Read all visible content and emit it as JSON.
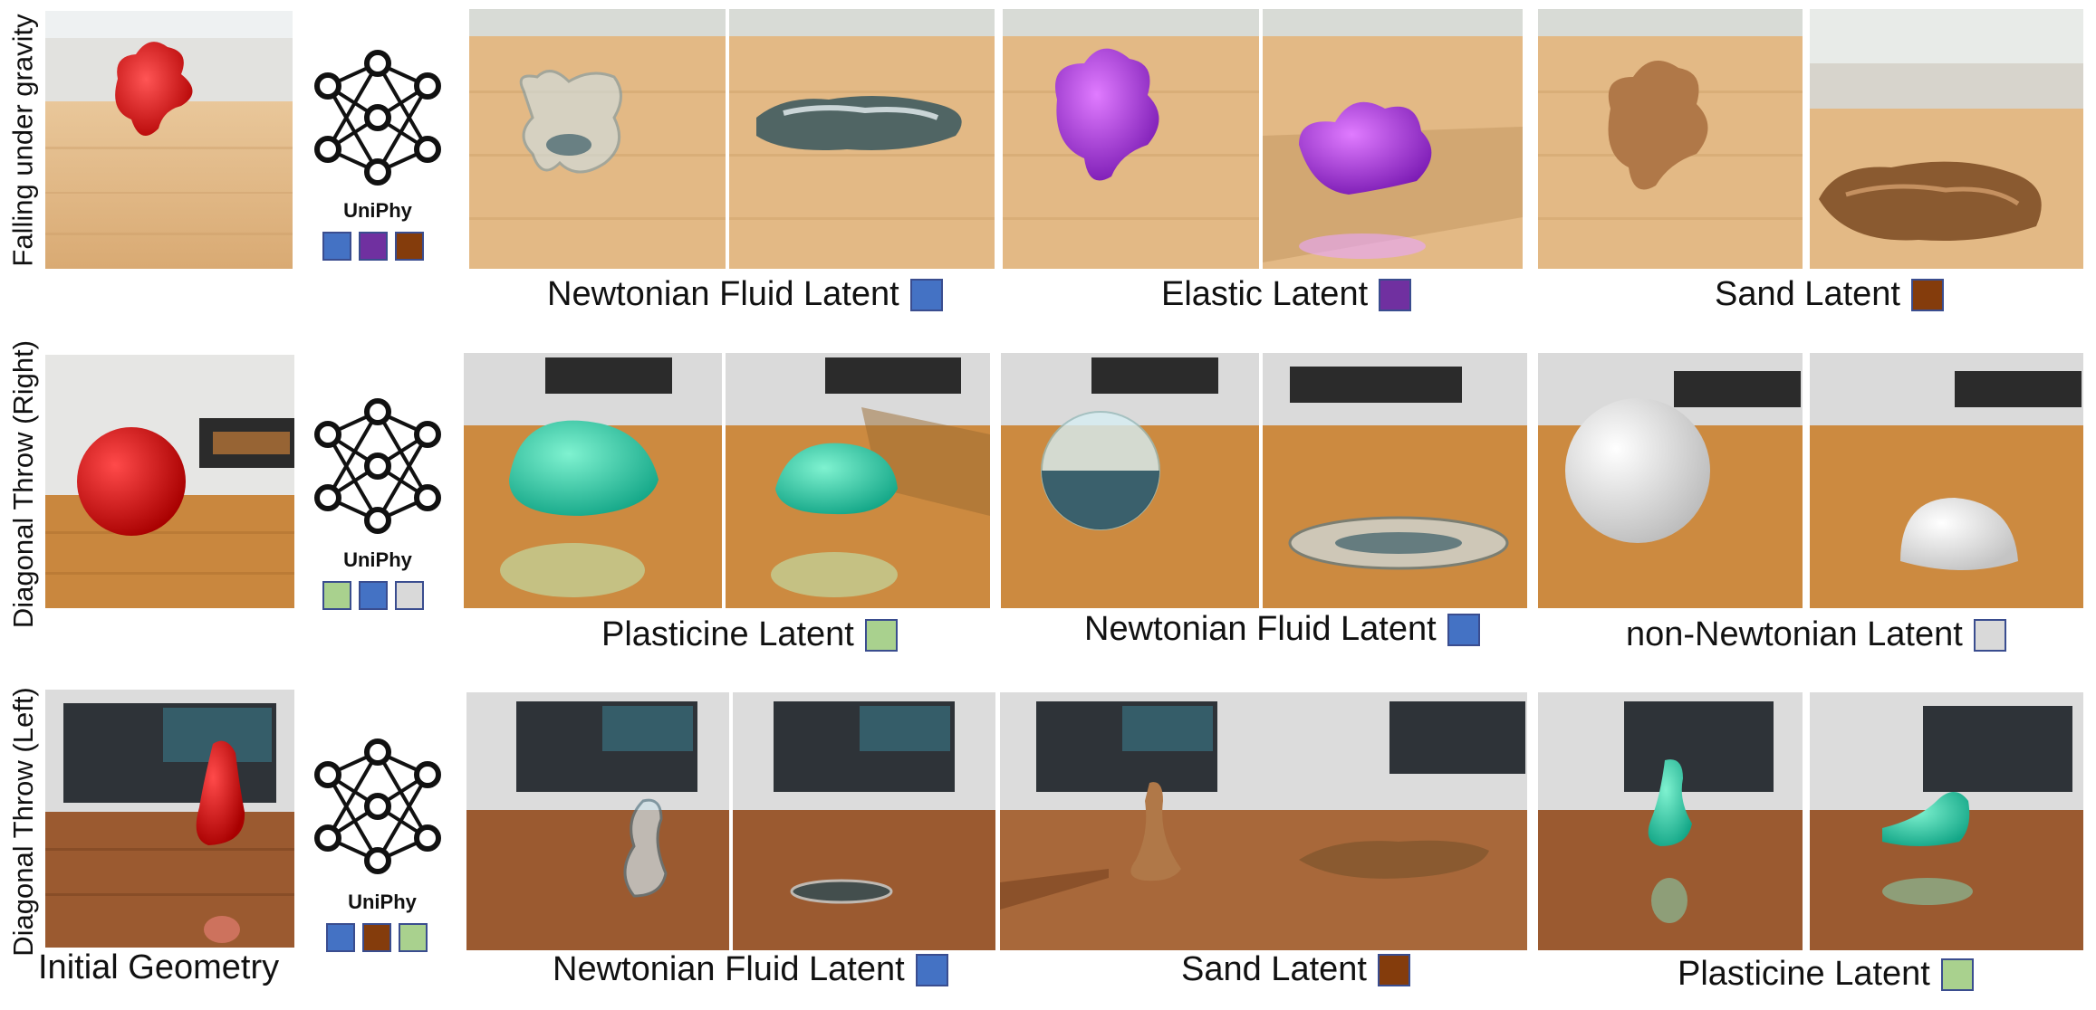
{
  "rows": [
    {
      "label": "Falling under gravity",
      "model": "UniPhy",
      "model_latents": [
        "#4472c4",
        "#7030a0",
        "#843c0c"
      ],
      "captions": [
        {
          "text": "Newtonian Fluid Latent",
          "color": "#4472c4"
        },
        {
          "text": "Elastic Latent",
          "color": "#7030a0"
        },
        {
          "text": "Sand Latent",
          "color": "#843c0c"
        }
      ]
    },
    {
      "label": "Diagonal Throw (Right)",
      "model": "UniPhy",
      "model_latents": [
        "#a9d18e",
        "#4472c4",
        "#d9d9d9"
      ],
      "captions": [
        {
          "text": "Plasticine Latent",
          "color": "#a9d18e"
        },
        {
          "text": "Newtonian Fluid Latent",
          "color": "#4472c4"
        },
        {
          "text": "non-Newtonian Latent",
          "color": "#d9d9d9"
        }
      ]
    },
    {
      "label": "Diagonal Throw (Left)",
      "model": "UniPhy",
      "model_latents": [
        "#4472c4",
        "#843c0c",
        "#a9d18e"
      ],
      "captions": [
        {
          "text": "Newtonian Fluid Latent",
          "color": "#4472c4"
        },
        {
          "text": "Sand Latent",
          "color": "#843c0c"
        },
        {
          "text": "Plasticine Latent",
          "color": "#a9d18e"
        }
      ]
    }
  ],
  "initial_caption": "Initial Geometry"
}
